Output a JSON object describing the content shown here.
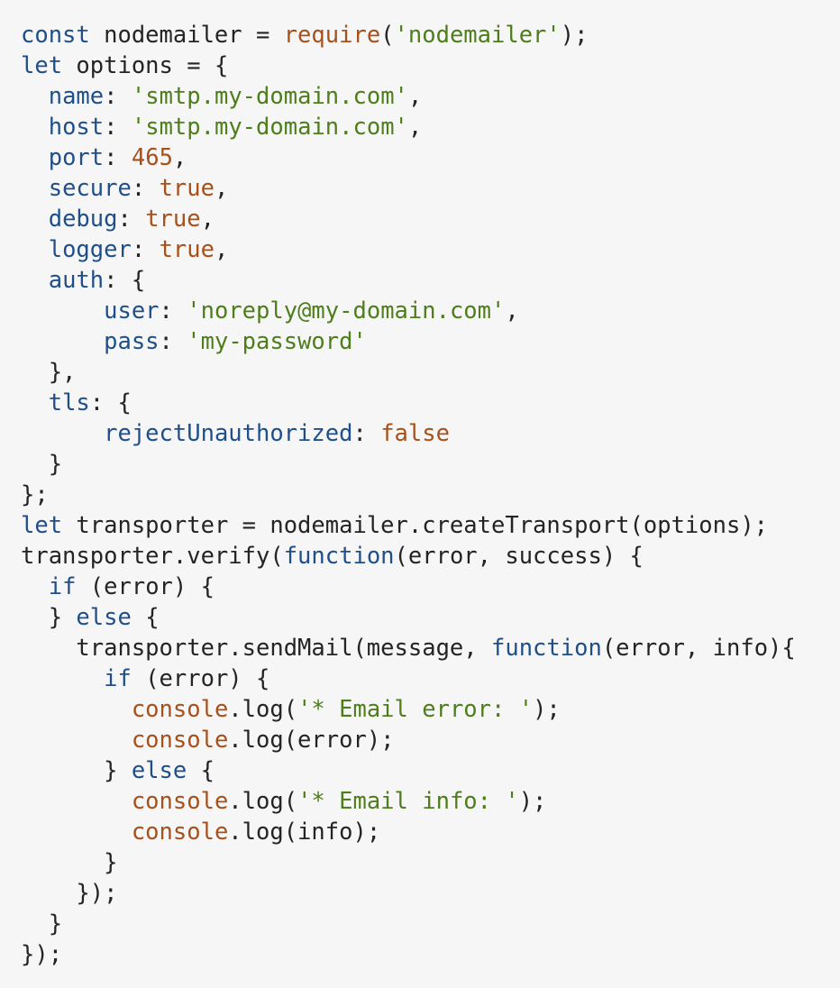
{
  "colors": {
    "background": "#f6f6f6",
    "plain": "#242424",
    "keyword": "#1f4f8a",
    "string": "#4e7d1c",
    "literal": "#a8501a"
  },
  "code": {
    "language": "javascript",
    "lines": [
      [
        [
          "kw",
          "const"
        ],
        [
          "plain",
          " nodemailer = "
        ],
        [
          "func",
          "require"
        ],
        [
          "plain",
          "("
        ],
        [
          "str",
          "'nodemailer'"
        ],
        [
          "plain",
          ");"
        ]
      ],
      [
        [
          "kw",
          "let"
        ],
        [
          "plain",
          " options = {"
        ]
      ],
      [
        [
          "plain",
          "  "
        ],
        [
          "prop",
          "name"
        ],
        [
          "plain",
          ": "
        ],
        [
          "str",
          "'smtp.my-domain.com'"
        ],
        [
          "plain",
          ","
        ]
      ],
      [
        [
          "plain",
          "  "
        ],
        [
          "prop",
          "host"
        ],
        [
          "plain",
          ": "
        ],
        [
          "str",
          "'smtp.my-domain.com'"
        ],
        [
          "plain",
          ","
        ]
      ],
      [
        [
          "plain",
          "  "
        ],
        [
          "prop",
          "port"
        ],
        [
          "plain",
          ": "
        ],
        [
          "num",
          "465"
        ],
        [
          "plain",
          ","
        ]
      ],
      [
        [
          "plain",
          "  "
        ],
        [
          "prop",
          "secure"
        ],
        [
          "plain",
          ": "
        ],
        [
          "bool",
          "true"
        ],
        [
          "plain",
          ","
        ]
      ],
      [
        [
          "plain",
          "  "
        ],
        [
          "prop",
          "debug"
        ],
        [
          "plain",
          ": "
        ],
        [
          "bool",
          "true"
        ],
        [
          "plain",
          ","
        ]
      ],
      [
        [
          "plain",
          "  "
        ],
        [
          "prop",
          "logger"
        ],
        [
          "plain",
          ": "
        ],
        [
          "bool",
          "true"
        ],
        [
          "plain",
          ","
        ]
      ],
      [
        [
          "plain",
          "  "
        ],
        [
          "prop",
          "auth"
        ],
        [
          "plain",
          ": {"
        ]
      ],
      [
        [
          "plain",
          "      "
        ],
        [
          "prop",
          "user"
        ],
        [
          "plain",
          ": "
        ],
        [
          "str",
          "'noreply@my-domain.com'"
        ],
        [
          "plain",
          ","
        ]
      ],
      [
        [
          "plain",
          "      "
        ],
        [
          "prop",
          "pass"
        ],
        [
          "plain",
          ": "
        ],
        [
          "str",
          "'my-password'"
        ]
      ],
      [
        [
          "plain",
          "  },"
        ]
      ],
      [
        [
          "plain",
          "  "
        ],
        [
          "prop",
          "tls"
        ],
        [
          "plain",
          ": {"
        ]
      ],
      [
        [
          "plain",
          "      "
        ],
        [
          "prop",
          "rejectUnauthorized"
        ],
        [
          "plain",
          ": "
        ],
        [
          "bool",
          "false"
        ]
      ],
      [
        [
          "plain",
          "  }"
        ]
      ],
      [
        [
          "plain",
          "};"
        ]
      ],
      [
        [
          "kw",
          "let"
        ],
        [
          "plain",
          " transporter = nodemailer.createTransport(options);"
        ]
      ],
      [
        [
          "plain",
          "transporter.verify("
        ],
        [
          "kw",
          "function"
        ],
        [
          "plain",
          "(error, success) {"
        ]
      ],
      [
        [
          "plain",
          "  "
        ],
        [
          "kw",
          "if"
        ],
        [
          "plain",
          " (error) {"
        ]
      ],
      [
        [
          "plain",
          "  } "
        ],
        [
          "kw",
          "else"
        ],
        [
          "plain",
          " {"
        ]
      ],
      [
        [
          "plain",
          "    transporter.sendMail(message, "
        ],
        [
          "kw",
          "function"
        ],
        [
          "plain",
          "(error, info){"
        ]
      ],
      [
        [
          "plain",
          "      "
        ],
        [
          "kw",
          "if"
        ],
        [
          "plain",
          " (error) {"
        ]
      ],
      [
        [
          "plain",
          "        "
        ],
        [
          "builtin",
          "console"
        ],
        [
          "plain",
          ".log("
        ],
        [
          "str",
          "'* Email error: '"
        ],
        [
          "plain",
          ");"
        ]
      ],
      [
        [
          "plain",
          "        "
        ],
        [
          "builtin",
          "console"
        ],
        [
          "plain",
          ".log(error);"
        ]
      ],
      [
        [
          "plain",
          "      } "
        ],
        [
          "kw",
          "else"
        ],
        [
          "plain",
          " {"
        ]
      ],
      [
        [
          "plain",
          "        "
        ],
        [
          "builtin",
          "console"
        ],
        [
          "plain",
          ".log("
        ],
        [
          "str",
          "'* Email info: '"
        ],
        [
          "plain",
          ");"
        ]
      ],
      [
        [
          "plain",
          "        "
        ],
        [
          "builtin",
          "console"
        ],
        [
          "plain",
          ".log(info);"
        ]
      ],
      [
        [
          "plain",
          "      }"
        ]
      ],
      [
        [
          "plain",
          "    });"
        ]
      ],
      [
        [
          "plain",
          "  }"
        ]
      ],
      [
        [
          "plain",
          "});"
        ]
      ]
    ]
  }
}
